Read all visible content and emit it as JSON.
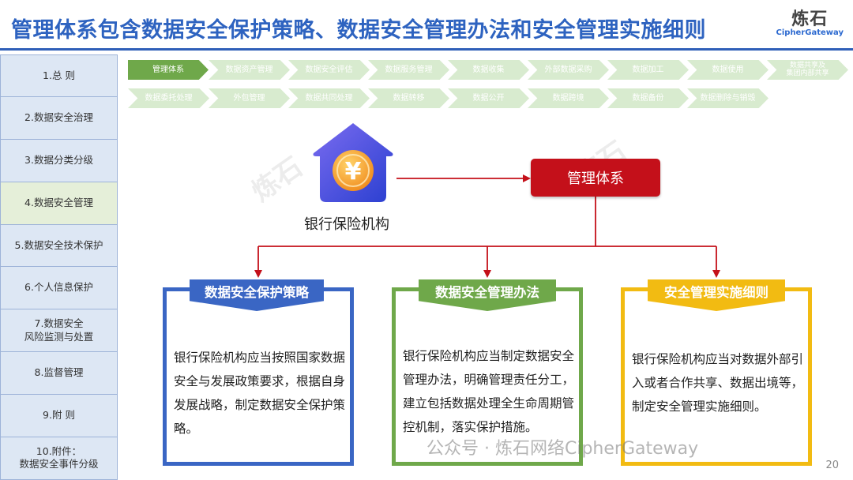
{
  "header": {
    "title": "管理体系包含数据安全保护策略、数据安全管理办法和安全管理实施细则",
    "logo_cn": "炼石",
    "logo_en": "CipherGateway"
  },
  "sidebar": {
    "items": [
      {
        "label": "1.总 则"
      },
      {
        "label": "2.数据安全治理"
      },
      {
        "label": "3.数据分类分级"
      },
      {
        "label": "4.数据安全管理"
      },
      {
        "label": "5.数据安全技术保护"
      },
      {
        "label": "6.个人信息保护"
      },
      {
        "label": "7.数据安全\n风险监测与处置"
      },
      {
        "label": "8.监督管理"
      },
      {
        "label": "9.附 则"
      },
      {
        "label": "10.附件：\n数据安全事件分级"
      }
    ],
    "active_index": 3
  },
  "process_row1": [
    "管理体系",
    "数据资产管理",
    "数据安全评估",
    "数据服务管理",
    "数据收集",
    "外部数据采购",
    "数据加工",
    "数据使用",
    "数据共享及\n集团内部共享"
  ],
  "process_row2": [
    "数据委托处理",
    "外包管理",
    "数据共同处理",
    "数据转移",
    "数据公开",
    "数据跨境",
    "数据备份",
    "数据删除与销毁"
  ],
  "diagram": {
    "source_label": "银行保险机构",
    "center_label": "管理体系",
    "icon_symbol": "¥"
  },
  "cards": [
    {
      "title": "数据安全保护策略",
      "body": "银行保险机构应当按照国家数据安全与发展政策要求，根据自身发展战略，制定数据安全保护策略。",
      "color": "#3a66c4"
    },
    {
      "title": "数据安全管理办法",
      "body": "银行保险机构应当制定数据安全管理办法，明确管理责任分工，建立包括数据处理全生命周期管控机制，落实保护措施。",
      "color": "#6fa84a"
    },
    {
      "title": "安全管理实施细则",
      "body": "银行保险机构应当对数据外部引入或者合作共享、数据出境等，制定安全管理实施细则。",
      "color": "#f2bb12"
    }
  ],
  "footer": {
    "watermark": "公众号 · 炼石网络CipherGateway",
    "page": "20"
  }
}
